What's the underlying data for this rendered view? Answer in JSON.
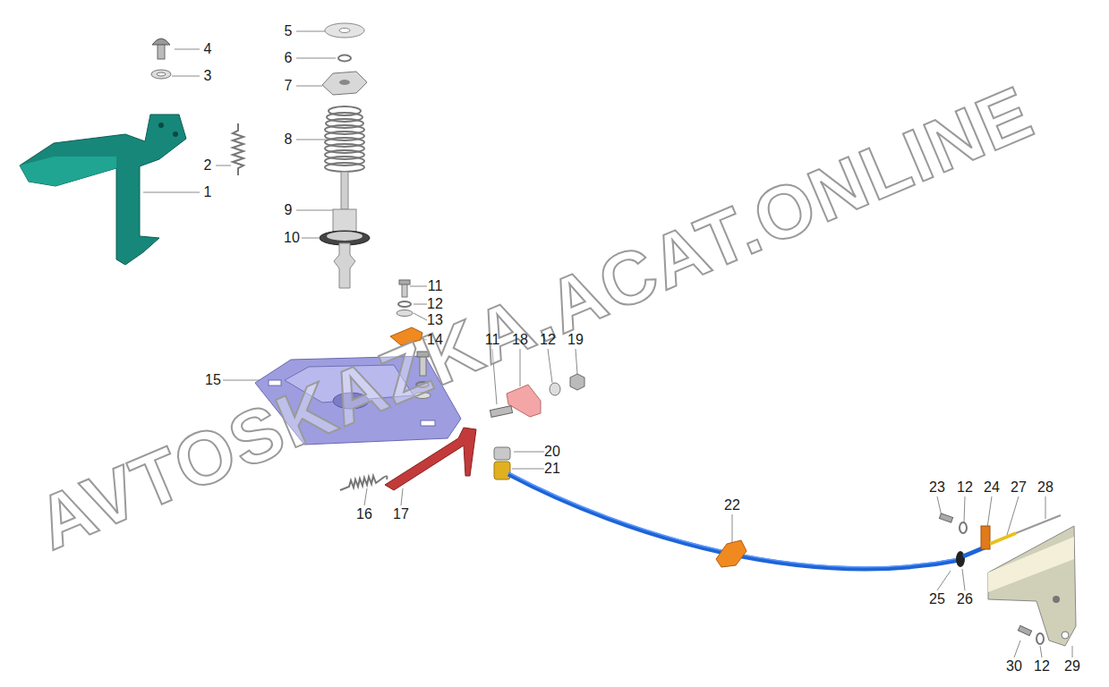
{
  "diagram": {
    "labels": [
      "4",
      "3",
      "5",
      "6",
      "7",
      "8",
      "2",
      "1",
      "9",
      "10",
      "11",
      "12",
      "13",
      "14",
      "11",
      "18",
      "12",
      "19",
      "15",
      "20",
      "21",
      "22",
      "16",
      "17",
      "23",
      "12",
      "24",
      "27",
      "28",
      "25",
      "26",
      "30",
      "12",
      "29",
      "AVTOSKAZKA.ACAT.ONLINE"
    ]
  }
}
